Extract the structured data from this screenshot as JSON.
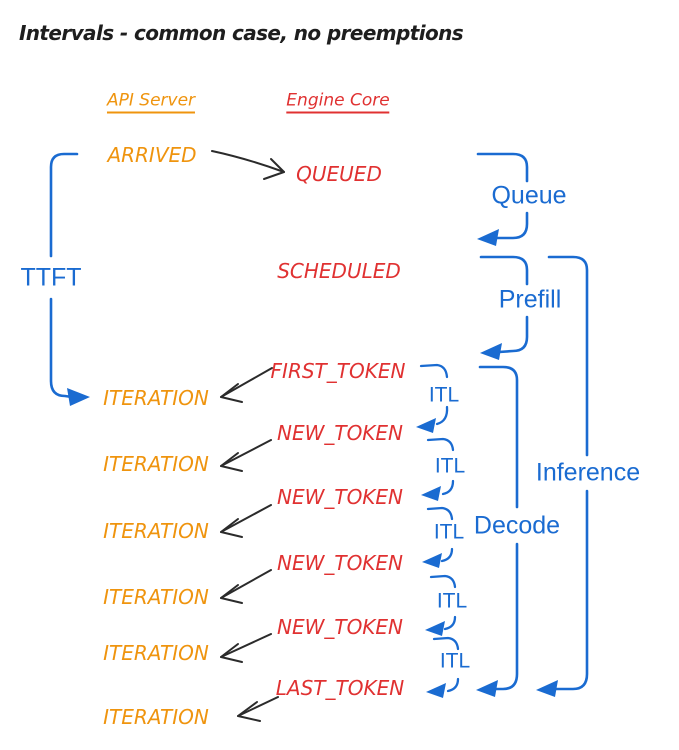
{
  "title": "Intervals - common case, no preemptions",
  "columns": {
    "api_server": "API Server",
    "engine_core": "Engine Core"
  },
  "api_timeline": [
    "ARRIVED",
    "ITERATION",
    "ITERATION",
    "ITERATION",
    "ITERATION",
    "ITERATION",
    "ITERATION"
  ],
  "engine_timeline": [
    "QUEUED",
    "SCHEDULED",
    "FIRST_TOKEN",
    "NEW_TOKEN",
    "NEW_TOKEN",
    "NEW_TOKEN",
    "NEW_TOKEN",
    "LAST_TOKEN"
  ],
  "intervals": {
    "ttft": "TTFT",
    "queue": "Queue",
    "prefill": "Prefill",
    "decode": "Decode",
    "inference": "Inference",
    "itl_labels": [
      "ITL",
      "ITL",
      "ITL",
      "ITL",
      "ITL"
    ]
  },
  "colors": {
    "api_server_text": "#ef940e",
    "engine_core_text": "#e03131",
    "interval_blue": "#1a6bd1",
    "connector_black": "#2b2b2b",
    "background": "#ffffff"
  }
}
